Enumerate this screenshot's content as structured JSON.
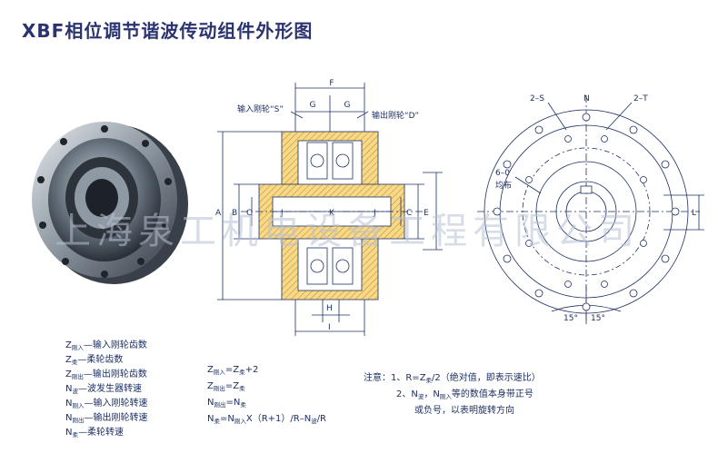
{
  "title": "XBF相位调节谐波传动组件外形图",
  "watermark": "上海泉工机电设备工程有限公司",
  "section": {
    "input_label": "输入刚轮“S”",
    "output_label": "输出刚轮“D”",
    "dims": {
      "F": "F",
      "G1": "G",
      "G2": "G",
      "A": "A",
      "B": "B",
      "C": "C",
      "E": "E",
      "J1": "J",
      "K": "K",
      "J2": "J",
      "C2": "C",
      "H": "H",
      "I": "I"
    }
  },
  "front": {
    "N": "N",
    "S2": "2–S",
    "T2": "2–T",
    "O6": "6–0",
    "uniform": "均布",
    "L": "L",
    "angle1": "15°",
    "angle2": "15°"
  },
  "legend": [
    {
      "sym": "Z",
      "sub": "刚入",
      "text": "—输入刚轮齿数"
    },
    {
      "sym": "Z",
      "sub": "柔",
      "text": "—柔轮齿数"
    },
    {
      "sym": "Z",
      "sub": "刚出",
      "text": "—输出刚轮齿数"
    },
    {
      "sym": "N",
      "sub": "波",
      "text": "—波发生器转速"
    },
    {
      "sym": "N",
      "sub": "刚入",
      "text": "—输入刚轮转速"
    },
    {
      "sym": "N",
      "sub": "刚出",
      "text": "—输出刚轮转速"
    },
    {
      "sym": "N",
      "sub": "柔",
      "text": "—柔轮转速"
    }
  ],
  "formulas": [
    {
      "a": "Z",
      "as": "刚入",
      "b": "=Z",
      "bs": "柔",
      "c": "+2"
    },
    {
      "a": "Z",
      "as": "刚出",
      "b": "=Z",
      "bs": "柔",
      "c": ""
    },
    {
      "a": "N",
      "as": "刚出",
      "b": "=N",
      "bs": "柔",
      "c": ""
    },
    {
      "a": "N",
      "as": "柔",
      "b": "=N",
      "bs": "刚入",
      "c": "X（R+1）/R–N",
      "cs": "波",
      "d": "/R"
    }
  ],
  "note": {
    "label": "注意：",
    "line1_pre": "1、R=Z",
    "line1_sub": "柔",
    "line1_post": "/2（绝对值，即表示速比）",
    "line2_pre": "2、N",
    "line2_sub1": "波",
    "line2_mid": "，N",
    "line2_sub2": "刚入",
    "line2_post": "等的数值本身带正号",
    "line3": "或负号，以表明旋转方向"
  },
  "colors": {
    "ink": "#1d2f63",
    "hatch": "#f2c35a",
    "title": "#2b3470"
  }
}
